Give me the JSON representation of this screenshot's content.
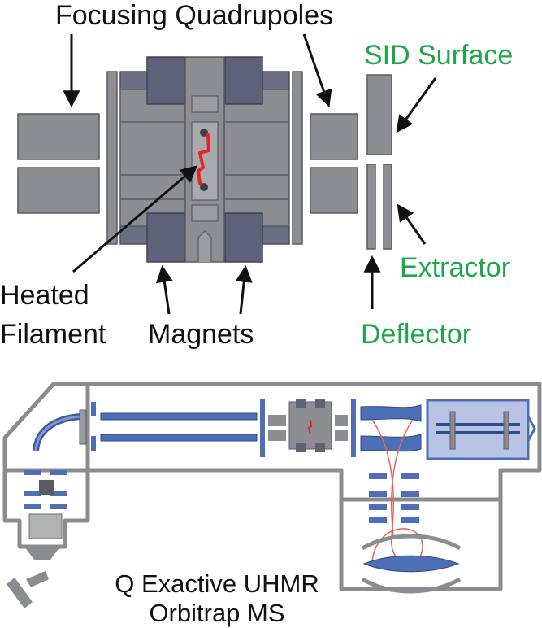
{
  "top_labels": {
    "focusing_quadrupoles": "Focusing Quadrupoles",
    "sid_surface": "SID Surface",
    "extractor": "Extractor",
    "deflector": "Deflector",
    "heated": "Heated",
    "filament": "Filament",
    "magnets": "Magnets"
  },
  "caption": {
    "line1": "Q Exactive UHMR",
    "line2": "Orbitrap MS"
  },
  "colors": {
    "label_black": "#111111",
    "label_green": "#1fa64a",
    "part_gray": "#8a8c8f",
    "magnet_blue_gray": "#5d6279",
    "filament_red": "#e8202a",
    "ion_optics_blue": "#4d6fb5",
    "orbitrap_box": "#b8c3e6"
  }
}
